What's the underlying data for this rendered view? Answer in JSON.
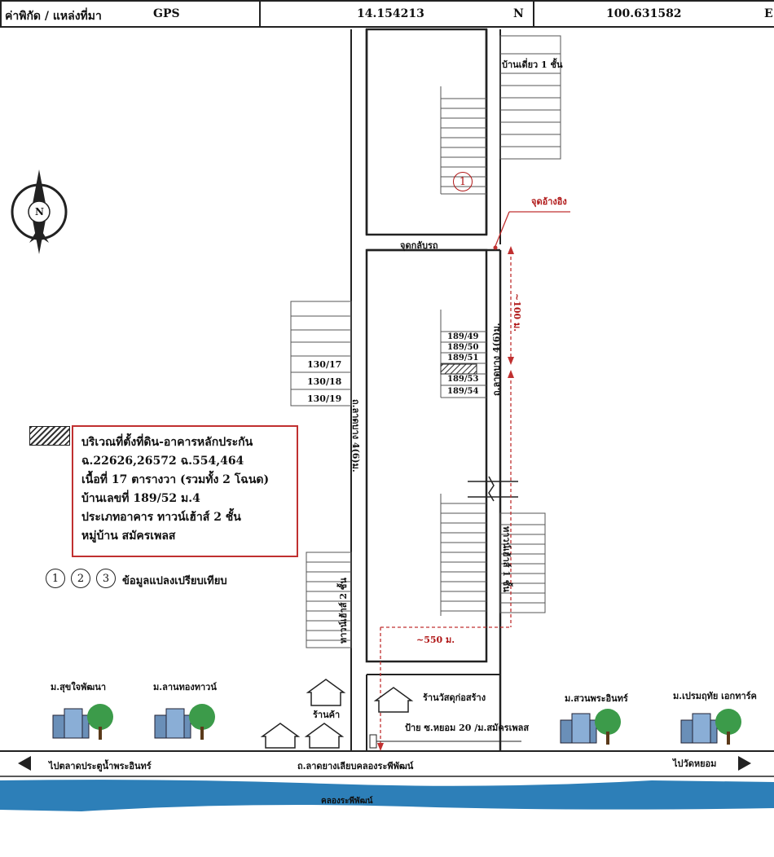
{
  "header": {
    "location_label": "ค่าพิกัด / แหล่งที่มา",
    "gps_label": "GPS",
    "latitude": "14.154213",
    "lat_dir": "N",
    "longitude": "100.631582",
    "lon_dir": "E"
  },
  "north": "N",
  "roads": {
    "main_road": "ถ.ลาดบาง 4(6)ม.",
    "right_road": "ถ.ลาดบาง 4(6)ม.",
    "canal_road": "ถ.ลาดยางเลียบคลองระพีพัฒน์",
    "left_direction": "ไปตลาดประตูน้ำพระอินทร์",
    "right_direction": "ไปวัดหยอม",
    "canal": "คลองระพีพัฒน์"
  },
  "labels": {
    "single_house": "บ้านเดี่ยว 1 ชั้น",
    "turnaround": "จุดกลับรถ",
    "reference_point": "จุดอ้างอิง",
    "dist_100": "~100 ม.",
    "dist_550": "~550 ม.",
    "townhouse_2": "ทาวน์เฮ้าส์ 2 ชั้น",
    "townhouse_1": "ทาวน์เฮ้าส์ 1 ชั้น",
    "shop": "ร้านค้า",
    "construction_shop": "ร้านวัสดุก่อสร้าง",
    "sign": "ป้าย ซ.หยอม 20 /ม.สมัครเพลส"
  },
  "units_left": [
    "130/17",
    "130/18",
    "130/19"
  ],
  "units_right": [
    "189/49",
    "189/50",
    "189/51",
    "",
    "189/53",
    "189/54"
  ],
  "comparison": {
    "marker": "1",
    "circles": [
      "1",
      "2",
      "3"
    ],
    "label": "ข้อมูลแปลงเปรียบเทียบ"
  },
  "legend": {
    "line1": "บริเวณที่ตั้งที่ดิน-อาคารหลักประกัน",
    "line2": "ฉ.22626,26572  ฉ.554,464",
    "line3": "เนื้อที่ 17 ตารางวา (รวมทั้ง 2 โฉนด)",
    "line4": "บ้านเลขที่ 189/52  ม.4",
    "line5": "ประเภทอาคาร ทาวน์เฮ้าส์ 2 ชั้น",
    "line6": "หมู่บ้าน สมัครเพลส"
  },
  "villages": [
    "ม.สุขใจพัฒนา",
    "ม.ลานทองทาวน์",
    "ม.สวนพระอินทร์",
    "ม.เปรมฤทัย เอกทาร์ค"
  ],
  "colors": {
    "canal": "#2d7fb8",
    "accent_red": "#c03030"
  }
}
